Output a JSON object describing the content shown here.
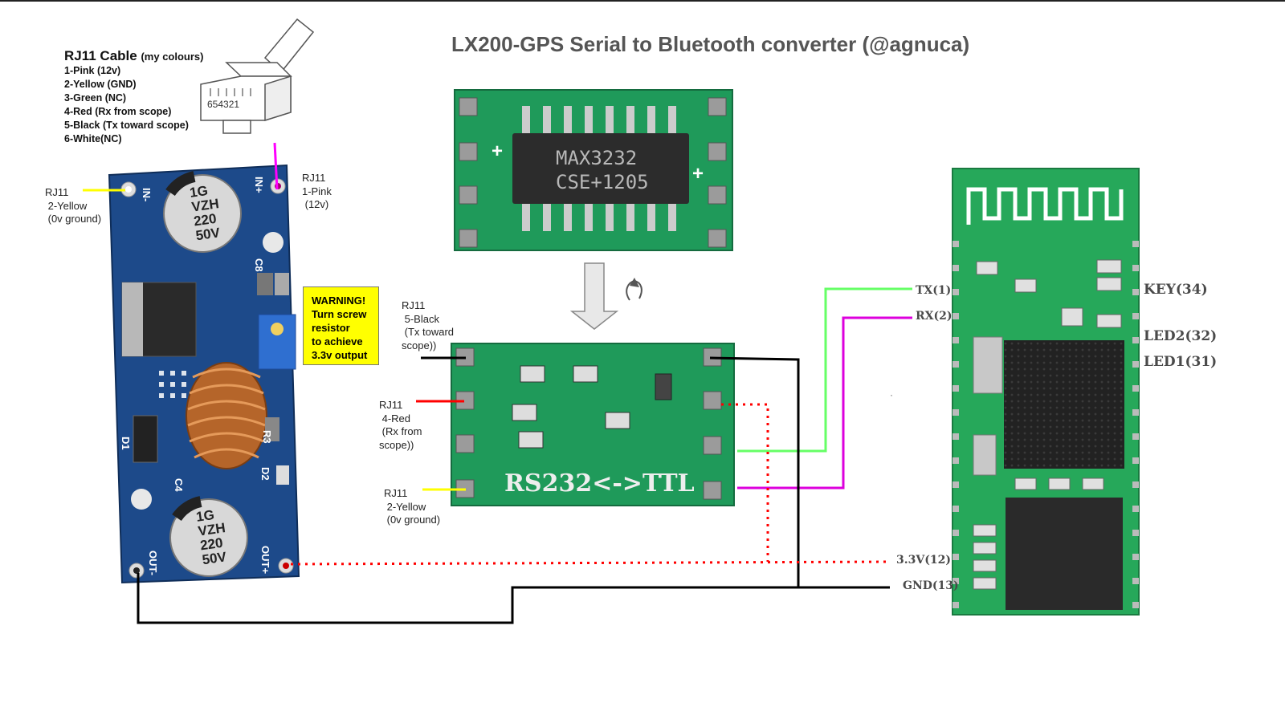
{
  "title": "LX200-GPS Serial to Bluetooth converter (@agnuca)",
  "cable": {
    "header": "RJ11 Cable",
    "header_note": "(my colours)",
    "lines": [
      "1-Pink (12v)",
      "2-Yellow (GND)",
      "3-Green (NC)",
      "4-Red (Rx from scope)",
      "5-Black (Tx toward scope)",
      "6-White(NC)"
    ],
    "connector_pins": "654321"
  },
  "labels": {
    "buck_gnd": "RJ11\n 2-Yellow\n (0v ground)",
    "buck_12v": "RJ11\n1-Pink\n (12v)",
    "ttl_black": "RJ11\n 5-Black\n (Tx toward\nscope))",
    "ttl_red": "RJ11\n 4-Red\n (Rx from\nscope))",
    "ttl_yellow": "RJ11\n 2-Yellow\n (0v ground)"
  },
  "warning": "WARNING!\nTurn screw\nresistor\nto achieve\n3.3v output",
  "buck_board": {
    "in_minus": "IN-",
    "in_plus": "IN+",
    "out_minus": "OUT-",
    "out_plus": "OUT+",
    "cap_text": [
      "1G",
      "VZH",
      "220",
      "50V"
    ],
    "silk": [
      "C8",
      "C4",
      "R3",
      "D1",
      "D2"
    ]
  },
  "max_board": {
    "chip_line1": "MAX3232",
    "chip_line2": "CSE+1205"
  },
  "ttl_board": {
    "silk": "RS232<->TTL"
  },
  "bt_module": {
    "pins_left": [
      "TX(1)",
      "RX(2)",
      "3.3V(12)",
      "GND(13)"
    ],
    "pins_right": [
      "KEY(34)",
      "LED2(32)",
      "LED1(31)"
    ]
  },
  "colors": {
    "board_blue": "#1d4a8a",
    "board_green": "#1f9a5a",
    "bt_green": "#26a85a",
    "wire_yellow": "#ffff00",
    "wire_pink": "#ff00ff",
    "wire_green": "#66ff66",
    "wire_magenta": "#dd00dd",
    "wire_red": "#ff0000",
    "wire_black": "#000000"
  }
}
